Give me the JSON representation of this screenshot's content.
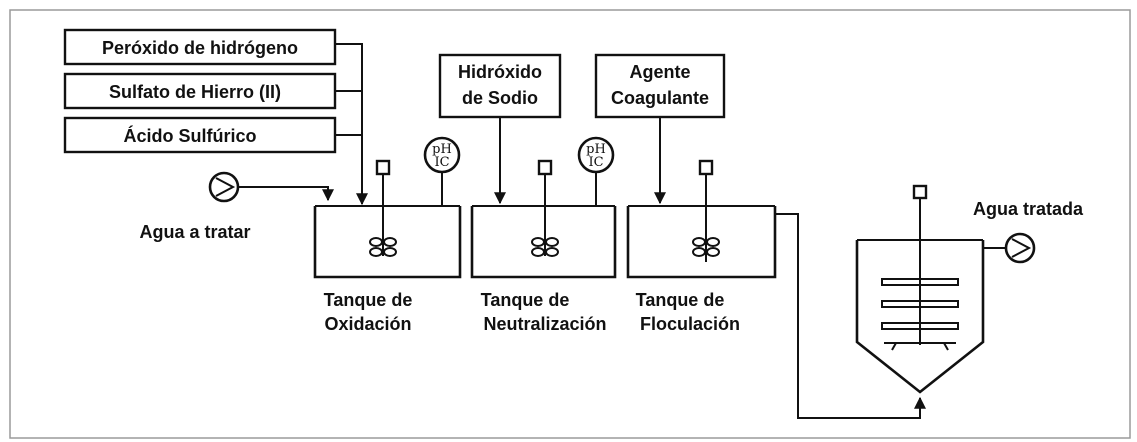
{
  "reagents": {
    "peroxido": "Peróxido de hidrógeno",
    "sulfato": "Sulfato de Hierro (II)",
    "acido": "Ácido Sulfúrico",
    "hidroxido_1": "Hidróxido",
    "hidroxido_2": "de Sodio",
    "coagulante_1": "Agente",
    "coagulante_2": "Coagulante"
  },
  "streams": {
    "inlet": "Agua a tratar",
    "outlet": "Agua tratada"
  },
  "tanks": {
    "oxidacion_1": "Tanque de",
    "oxidacion_2": "Oxidación",
    "neutralizacion_1": "Tanque de",
    "neutralizacion_2": "Neutralización",
    "floculacion_1": "Tanque de",
    "floculacion_2": "Floculación"
  },
  "instruments": {
    "ph_1": "pH",
    "ic_1": "IC",
    "ph_2": "pH",
    "ic_2": "IC"
  },
  "colors": {
    "line": "#111111",
    "frame": "#9a9a9a",
    "background": "#ffffff"
  }
}
